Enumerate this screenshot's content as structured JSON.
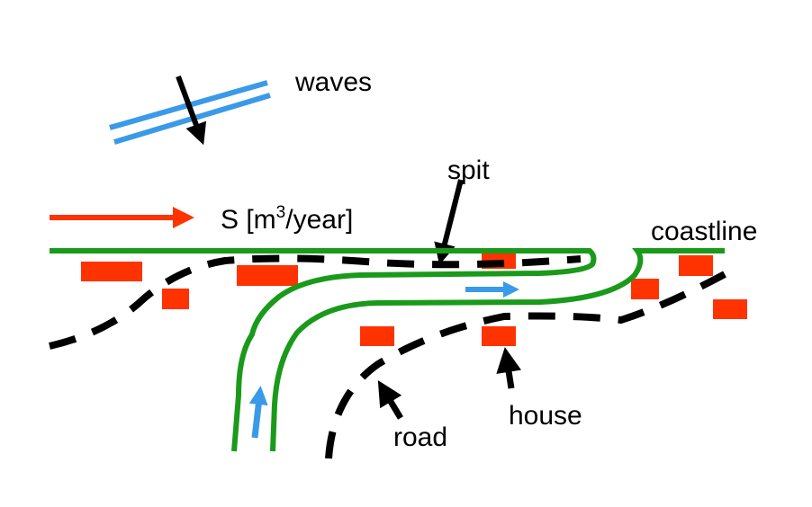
{
  "labels": {
    "waves": "waves",
    "spit": "spit",
    "transport": "S [m",
    "transport_sup": "3",
    "transport_end": "/year]",
    "coastline": "coastline",
    "road": "road",
    "house": "house"
  },
  "colors": {
    "coast": "#1a9a1a",
    "house": "#ff3300",
    "waves": "#3a9ae8",
    "flow": "#3a9ae8",
    "road": "#000000",
    "transport_arrow": "#ff3300"
  }
}
